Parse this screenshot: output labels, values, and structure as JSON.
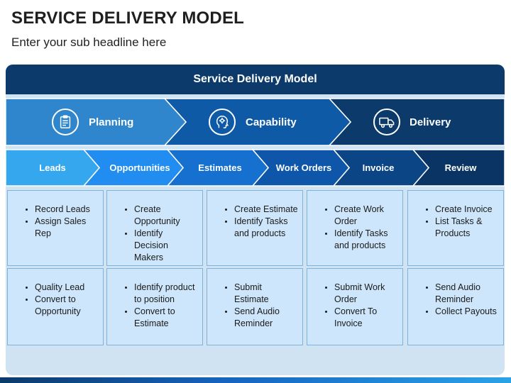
{
  "header": {
    "title": "SERVICE DELIVERY MODEL",
    "subtitle": "Enter your sub headline here"
  },
  "diagram": {
    "banner": "Service Delivery Model",
    "phases": [
      {
        "label": "Planning",
        "icon": "clipboard-icon",
        "color": "#2f86cc"
      },
      {
        "label": "Capability",
        "icon": "gear-head-icon",
        "color": "#0e5aa7"
      },
      {
        "label": "Delivery",
        "icon": "truck-icon",
        "color": "#0b3a6b"
      }
    ],
    "steps": [
      {
        "label": "Leads",
        "color": "#35a7ef"
      },
      {
        "label": "Opportunities",
        "color": "#228df0"
      },
      {
        "label": "Estimates",
        "color": "#1670cf"
      },
      {
        "label": "Work Orders",
        "color": "#0d56a9"
      },
      {
        "label": "Invoice",
        "color": "#0b4585"
      },
      {
        "label": "Review",
        "color": "#0a3463"
      }
    ],
    "rows": [
      [
        [
          "Record Leads",
          "Assign Sales Rep"
        ],
        [
          "Create Opportunity",
          "Identify Decision Makers"
        ],
        [
          "Create Estimate",
          "Identify Tasks and products"
        ],
        [
          "Create Work Order",
          "Identify Tasks and products"
        ],
        [
          "Create Invoice",
          "List Tasks & Products"
        ]
      ],
      [
        [
          "Quality Lead",
          "Convert to Opportunity"
        ],
        [
          "Identify product to position",
          "Convert to Estimate"
        ],
        [
          "Submit Estimate",
          "Send Audio Reminder"
        ],
        [
          "Submit Work Order",
          "Convert To Invoice"
        ],
        [
          "Send Audio Reminder",
          "Collect Payouts"
        ]
      ]
    ]
  }
}
